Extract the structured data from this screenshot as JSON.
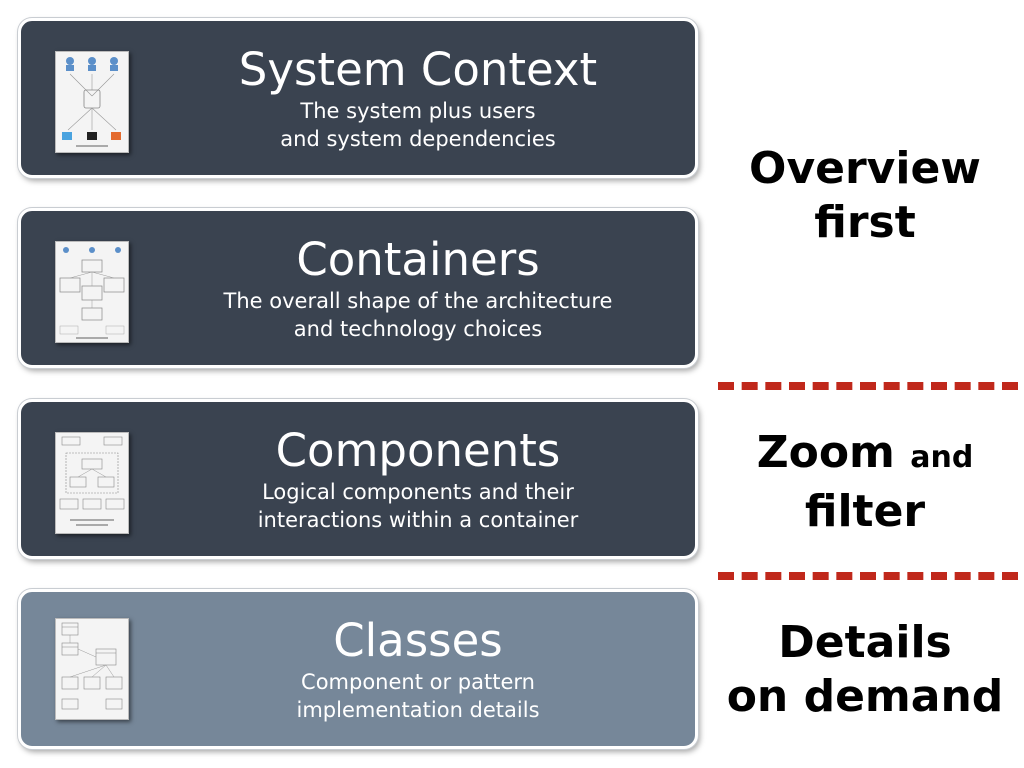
{
  "levels": [
    {
      "title": "System Context",
      "desc": "The system plus users\nand system dependencies"
    },
    {
      "title": "Containers",
      "desc": "The overall shape of the architecture\nand technology choices"
    },
    {
      "title": "Components",
      "desc": "Logical components and their\ninteractions within a container"
    },
    {
      "title": "Classes",
      "desc": "Component or pattern\nimplementation details"
    }
  ],
  "phrases": {
    "overview_line1": "Overview",
    "overview_line2": "first",
    "zoom_word": "Zoom",
    "and_word": "and",
    "filter_word": "filter",
    "details_line1": "Details",
    "details_line2": "on demand"
  },
  "colors": {
    "dark_box": "#3a4350",
    "light_box": "#768799",
    "separator": "#c0281b"
  }
}
